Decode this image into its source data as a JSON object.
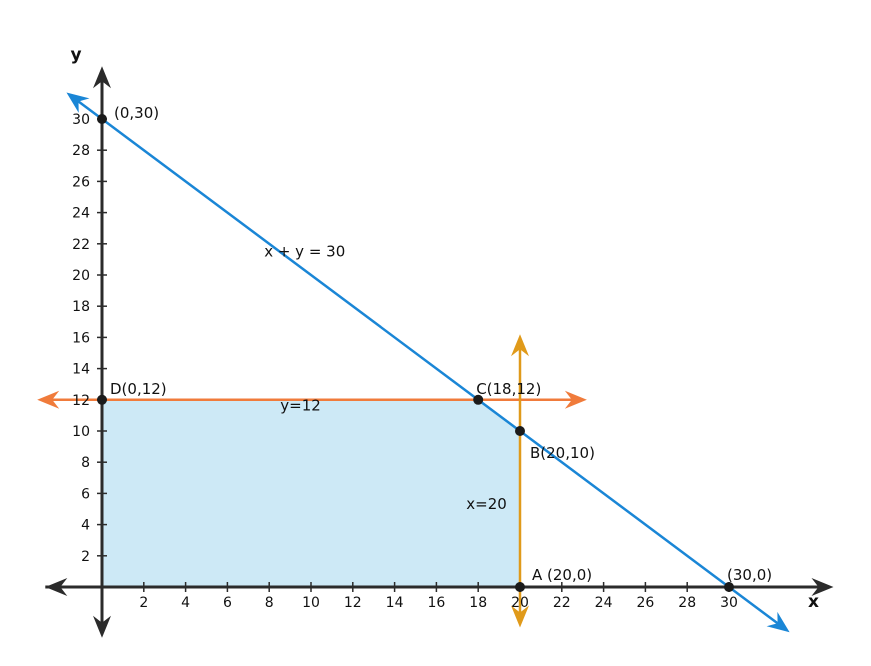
{
  "chart_data": {
    "type": "line",
    "xlabel": "x",
    "ylabel": "y",
    "xlim": [
      -3,
      35
    ],
    "ylim": [
      -3,
      33
    ],
    "x_ticks": [
      "2",
      "4",
      "6",
      "8",
      "10",
      "12",
      "14",
      "16",
      "18",
      "20",
      "22",
      "24",
      "26",
      "28",
      "30"
    ],
    "y_ticks": [
      "2",
      "4",
      "6",
      "8",
      "10",
      "12",
      "14",
      "16",
      "18",
      "20",
      "22",
      "24",
      "26",
      "28",
      "30"
    ],
    "lines": [
      {
        "name": "x + y = 30",
        "color": "#1a86d6",
        "from": [
          -1.7,
          31.7
        ],
        "to": [
          32.9,
          -2.9
        ]
      },
      {
        "name": "y=12",
        "color": "#f07b3b",
        "from": [
          -3.1,
          12
        ],
        "to": [
          23.2,
          12
        ]
      },
      {
        "name": "x=20",
        "color": "#e09a1a",
        "from": [
          20,
          -2.6
        ],
        "to": [
          20,
          16.2
        ]
      }
    ],
    "region": {
      "color": "#cde9f6",
      "vertices": [
        [
          0,
          0
        ],
        [
          20,
          0
        ],
        [
          20,
          10
        ],
        [
          18,
          12
        ],
        [
          0,
          12
        ]
      ]
    },
    "points": [
      {
        "name": "(0,30)",
        "x": 0,
        "y": 30
      },
      {
        "name": "D(0,12)",
        "x": 0,
        "y": 12
      },
      {
        "name": "C(18,12)",
        "x": 18,
        "y": 12
      },
      {
        "name": "B(20,10)",
        "x": 20,
        "y": 10
      },
      {
        "name": "A (20,0)",
        "x": 20,
        "y": 0
      },
      {
        "name": "(30,0)",
        "x": 30,
        "y": 0
      }
    ]
  }
}
